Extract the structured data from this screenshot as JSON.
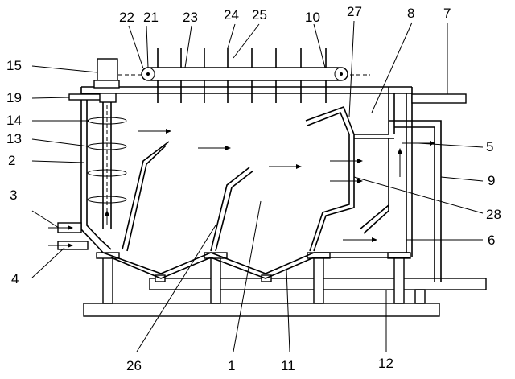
{
  "labels": {
    "1": "1",
    "2": "2",
    "3": "3",
    "4": "4",
    "5": "5",
    "6": "6",
    "7": "7",
    "8": "8",
    "9": "9",
    "10": "10",
    "11": "11",
    "12": "12",
    "13": "13",
    "14": "14",
    "15": "15",
    "19": "19",
    "21": "21",
    "22": "22",
    "23": "23",
    "24": "24",
    "25": "25",
    "26": "26",
    "27": "27",
    "28": "28"
  }
}
